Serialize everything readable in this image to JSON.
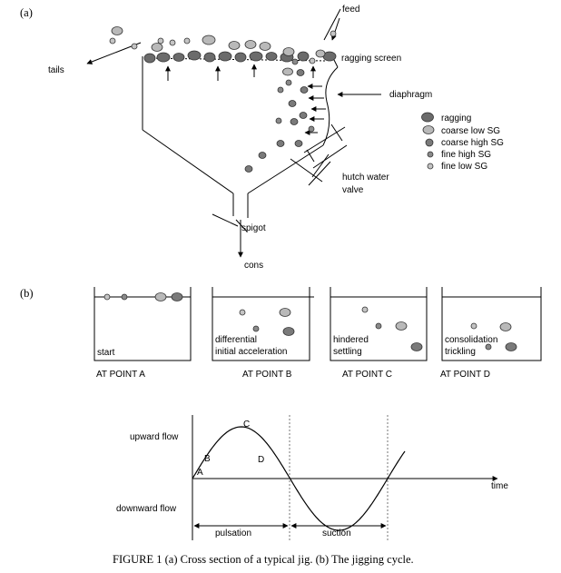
{
  "panel_a": {
    "label": "(a)",
    "feed": "feed",
    "tails": "tails",
    "ragging_screen": "ragging screen",
    "diaphragm": "diaphragm",
    "hutch_water_valve_1": "hutch water",
    "hutch_water_valve_2": "valve",
    "spigot": "spigot",
    "cons": "cons",
    "legend": {
      "ragging": "ragging",
      "coarse_low": "coarse low SG",
      "coarse_high": "coarse high SG",
      "fine_high": "fine high SG",
      "fine_low": "fine low SG"
    }
  },
  "panel_b": {
    "label": "(b)",
    "box_a_text": "start",
    "box_b_text_1": "differential",
    "box_b_text_2": "initial acceleration",
    "box_c_text_1": "hindered",
    "box_c_text_2": "settling",
    "box_d_text_1": "consolidation",
    "box_d_text_2": "trickling",
    "point_a": "AT POINT A",
    "point_b": "AT POINT B",
    "point_c": "AT POINT C",
    "point_d": "AT POINT D"
  },
  "cycle": {
    "upward_flow": "upward flow",
    "downward_flow": "downward flow",
    "time": "time",
    "pulsation": "pulsation",
    "suction": "suction",
    "A": "A",
    "B": "B",
    "C": "C",
    "D": "D"
  },
  "caption": "FIGURE 1   (a) Cross section of a typical jig. (b) The jigging cycle.",
  "colors": {
    "ragging": "#6b6b6b",
    "coarse_low": "#b9b9b9",
    "coarse_high": "#7a7a7a",
    "fine_high": "#8a8a8a",
    "fine_low": "#c4c4c4"
  }
}
